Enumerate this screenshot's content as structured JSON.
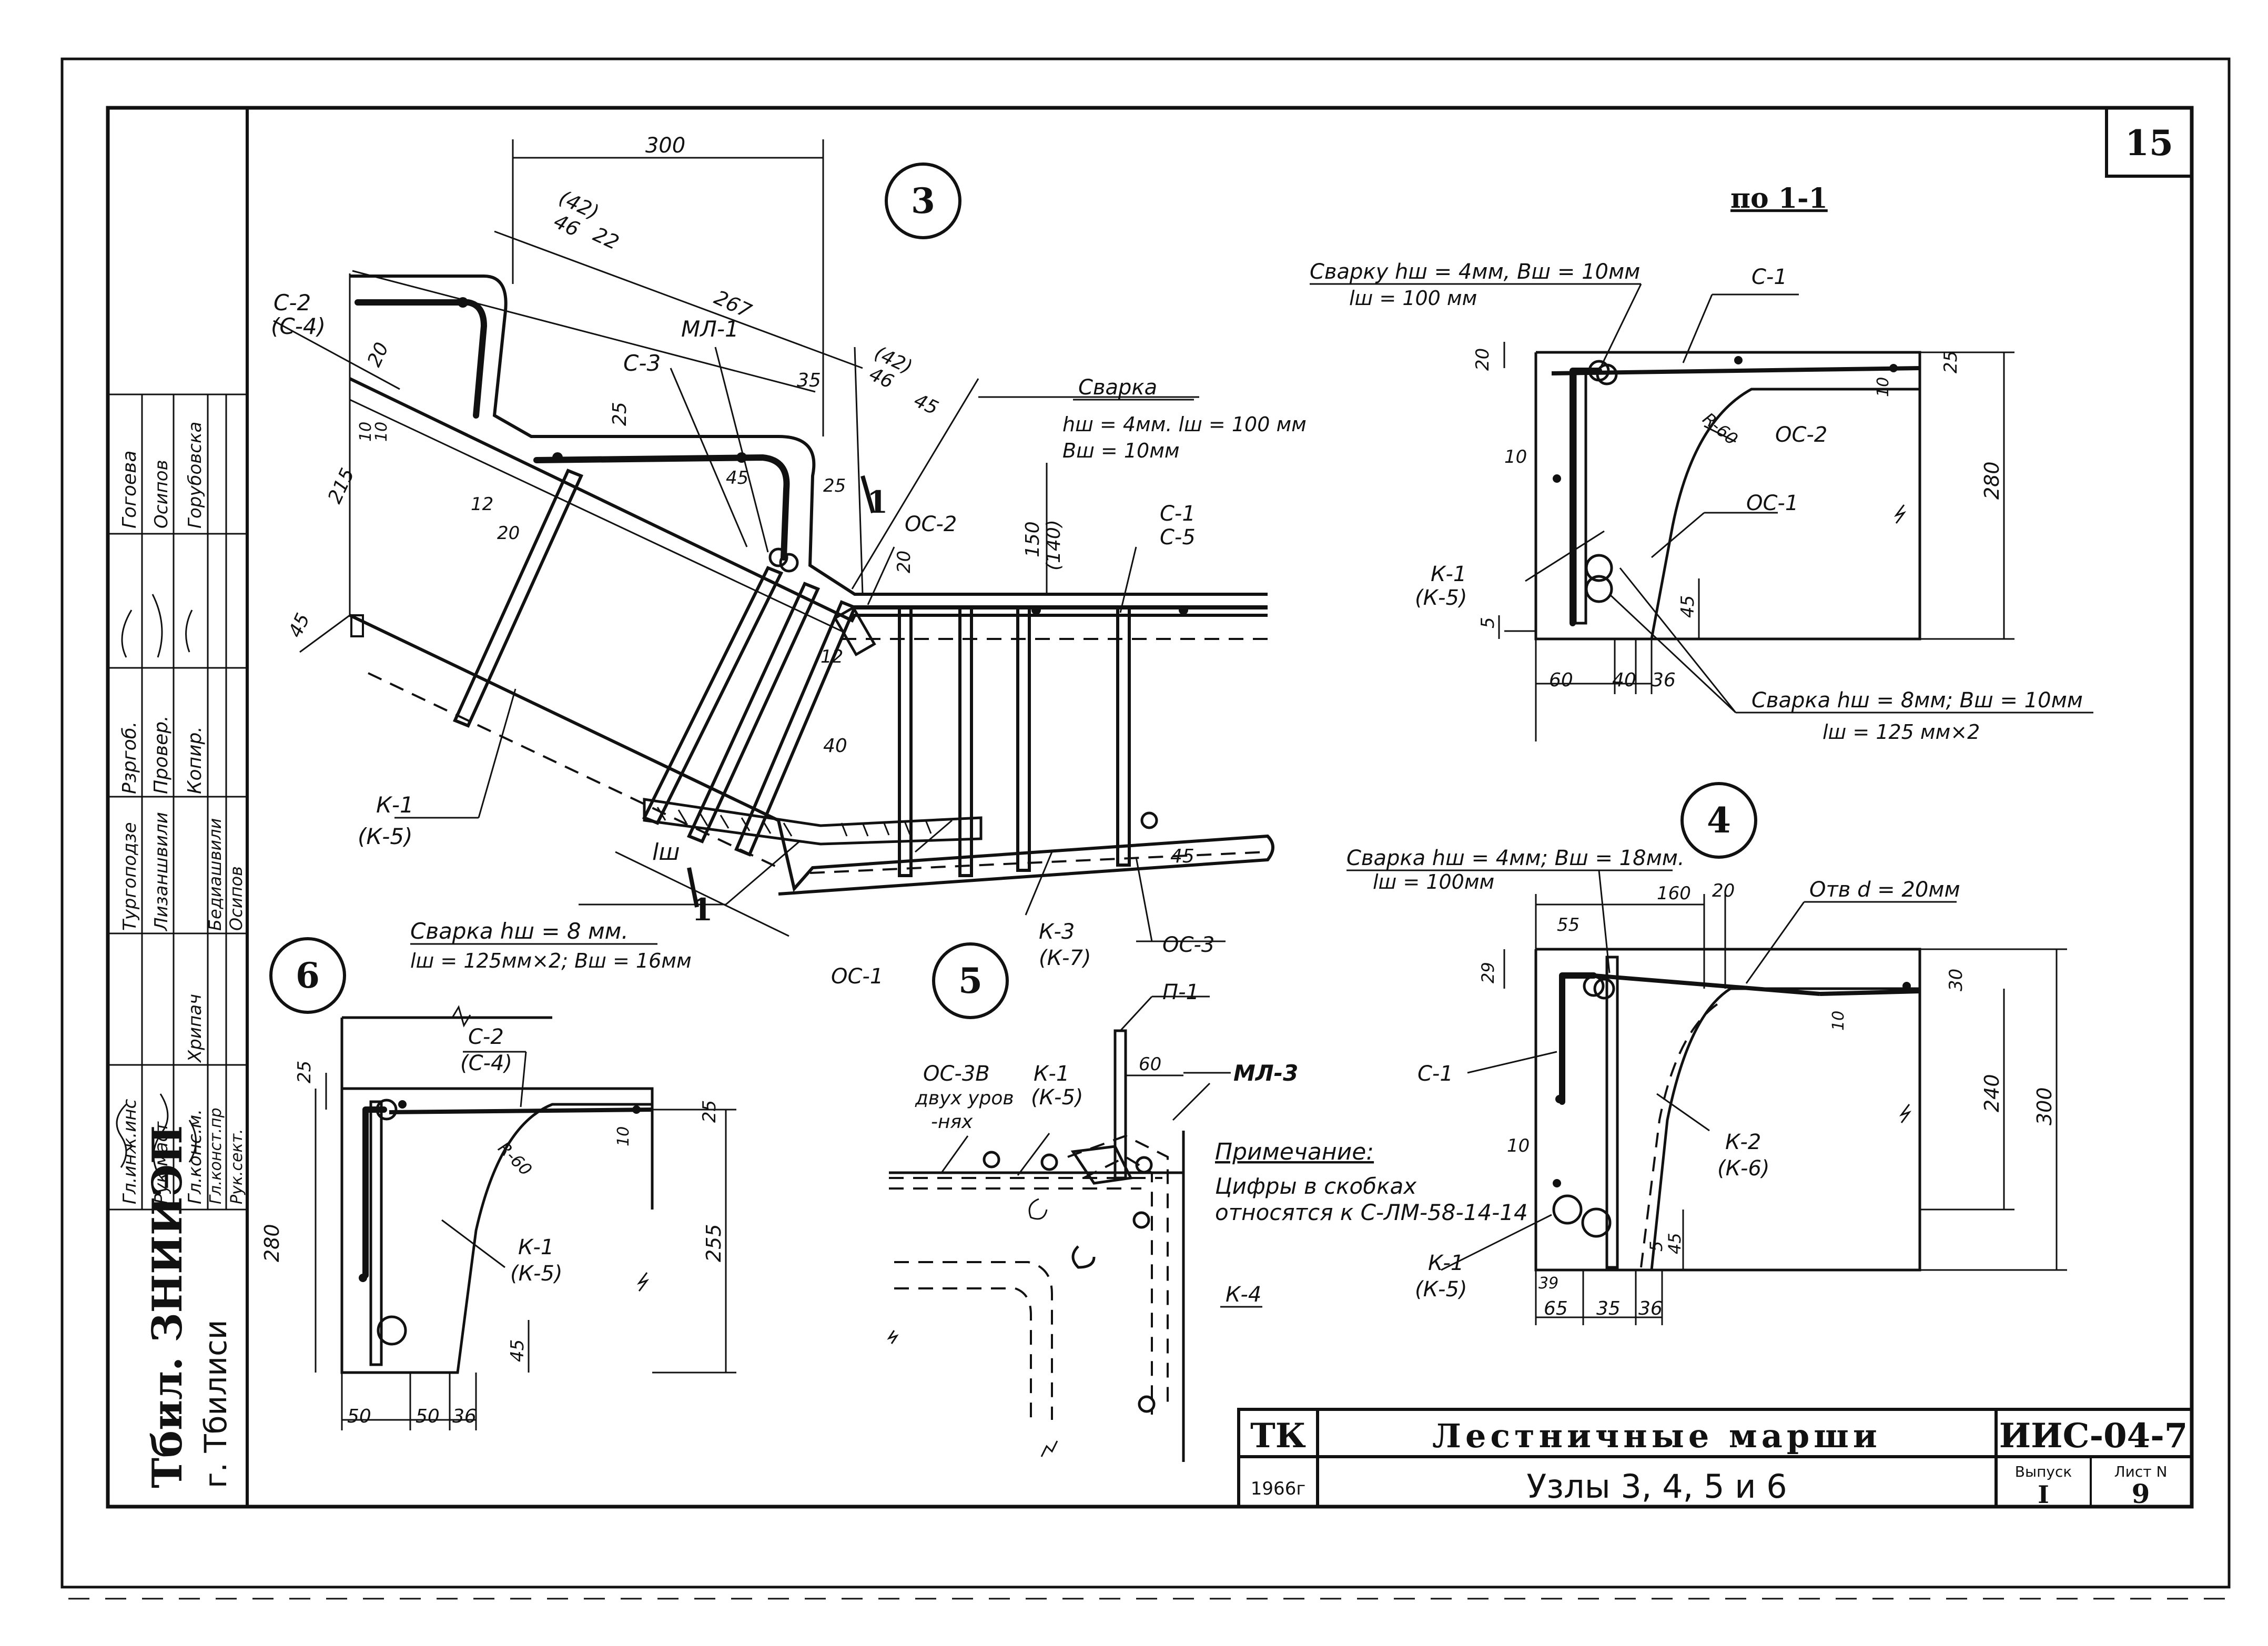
{
  "sheet_number": "15",
  "title_block": {
    "org_name": "Тбил. ЗНИИЭП",
    "org_city": "г. Тбилиси",
    "role_labels": [
      "Гл.инж.инс",
      "Рук.маст",
      "Гл.конс.м.",
      "Гл.конст.пр",
      "Рук.сект.",
      "Тургоподзе",
      "Лизаншвили",
      "Рзргоб.",
      "Провер.",
      "Копир.",
      "Гогоева"
    ],
    "name_entries": [
      "Хрипач",
      "Бедиашвили",
      "Осипов",
      "Горубовска",
      "Осипов"
    ],
    "stamp": "ТК",
    "year": "1966г",
    "doc_title": "Лестничные марши",
    "sheet_subtitle": "Узлы 3, 4, 5 и 6",
    "series_code": "ИИС-04-7",
    "issue_label": "Выпуск",
    "issue_value": "I",
    "sheet_label": "Лист N",
    "sheet_value": "9"
  },
  "node_3": {
    "circle_label": "3",
    "dims": [
      "300",
      "(42)",
      "46",
      "22",
      "267",
      "(42)",
      "46",
      "45",
      "35",
      "20",
      "10",
      "10",
      "215",
      "25",
      "45",
      "12",
      "20",
      "150",
      "(140)",
      "25",
      "20",
      "12",
      "40",
      "45",
      "45"
    ],
    "labels": [
      "С-2",
      "(С-4)",
      "С-3",
      "МЛ-1",
      "ОС-2",
      "С-1",
      "С-5",
      "К-1",
      "(К-5)",
      "К-3",
      "(К-7)",
      "ОС-3",
      "ОС-1",
      "lш",
      "1",
      "1"
    ],
    "weld_1": [
      "Сварка",
      "hш = 4мм. lш = 100 мм",
      "Вш = 10мм"
    ],
    "weld_2": [
      "Сварка hш = 8 мм.",
      "lш = 125мм×2; Вш = 16мм"
    ]
  },
  "section_1_1": {
    "title": "по 1-1",
    "weld_top": [
      "Сварку hш = 4мм, Вш = 10мм",
      "lш = 100 мм"
    ],
    "weld_bottom": [
      "Сварка hш = 8мм; Вш = 10мм",
      "lш = 125 мм×2"
    ],
    "labels": [
      "С-1",
      "ОС-2",
      "ОС-1",
      "К-1",
      "(К-5)",
      "R-60"
    ],
    "dims": [
      "20",
      "25",
      "10",
      "10",
      "280",
      "45",
      "5",
      "60",
      "40",
      "36"
    ]
  },
  "node_4": {
    "circle_label": "4",
    "weld": [
      "Сварка hш = 4мм; Вш = 18мм.",
      "lш = 100мм"
    ],
    "hole": "Отв d = 20мм",
    "labels": [
      "С-1",
      "К-2",
      "(К-6)",
      "К-1",
      "(К-5)"
    ],
    "dims": [
      "160",
      "20",
      "55",
      "29",
      "30",
      "10",
      "240",
      "300",
      "10",
      "5",
      "45",
      "39",
      "65",
      "35",
      "36"
    ]
  },
  "node_5": {
    "circle_label": "5",
    "labels": [
      "П-1",
      "МЛ-3",
      "ОС-3В",
      "двух уров",
      "-нях",
      "К-1",
      "(К-5)",
      "К-4",
      "60"
    ]
  },
  "node_6": {
    "circle_label": "6",
    "labels": [
      "С-2",
      "(С-4)",
      "R-60",
      "К-1",
      "(К-5)"
    ],
    "dims": [
      "25",
      "25",
      "10",
      "280",
      "255",
      "45",
      "50",
      "50",
      "36"
    ]
  },
  "note": {
    "title": "Примечание:",
    "lines": [
      "Цифры в скобках",
      "относятся к С-ЛМ-58-14-14"
    ]
  }
}
